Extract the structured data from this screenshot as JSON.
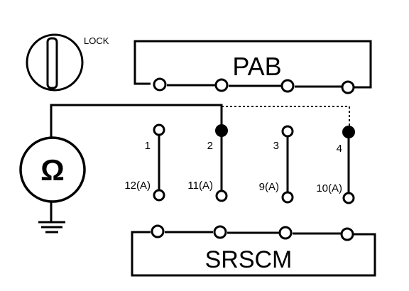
{
  "lock_label": "LOCK",
  "pab_label": "PAB",
  "srscm_label": "SRSCM",
  "meter_symbol": "Ω",
  "ground_icon": "ground-icon",
  "key_icon": "ignition-key-lock-icon",
  "terminals": [
    {
      "top": "1",
      "bottom": "12(A)",
      "probed": false
    },
    {
      "top": "2",
      "bottom": "11(A)",
      "probed": true
    },
    {
      "top": "3",
      "bottom": "9(A)",
      "probed": false
    },
    {
      "top": "4",
      "bottom": "10(A)",
      "probed": true
    }
  ],
  "colors": {
    "line": "#000000",
    "background": "#ffffff"
  }
}
